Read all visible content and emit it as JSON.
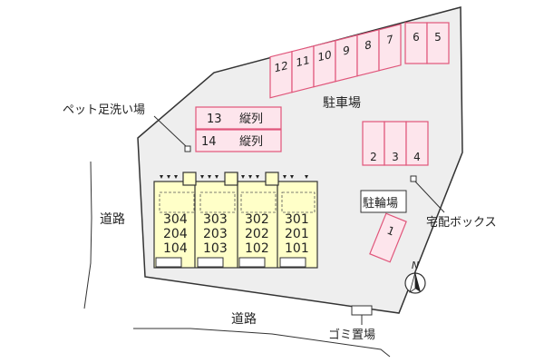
{
  "labels": {
    "parking": "駐車場",
    "pet_wash": "ペット足洗い場",
    "delivery_box": "宅配ボックス",
    "bicycle_parking": "駐輪場",
    "road_left": "道路",
    "road_bottom": "道路",
    "garbage": "ゴミ置場",
    "north": "N"
  },
  "parking_spaces": {
    "top_row": [
      "12",
      "11",
      "10",
      "9",
      "8",
      "7"
    ],
    "top_right": [
      "6",
      "5"
    ],
    "right_column": [
      "2",
      "3",
      "4"
    ],
    "tandem": [
      {
        "number": "13",
        "note": "縦列"
      },
      {
        "number": "14",
        "note": "縦列"
      }
    ],
    "angled": "1"
  },
  "units": [
    [
      "304",
      "204",
      "104"
    ],
    [
      "303",
      "203",
      "103"
    ],
    [
      "302",
      "202",
      "102"
    ],
    [
      "301",
      "201",
      "101"
    ]
  ],
  "colors": {
    "lot": "#eeeeee",
    "parking_fill": "#fde5ec",
    "parking_stroke": "#e0557a",
    "building_fill": "#ffffc8",
    "outline": "#333333"
  }
}
